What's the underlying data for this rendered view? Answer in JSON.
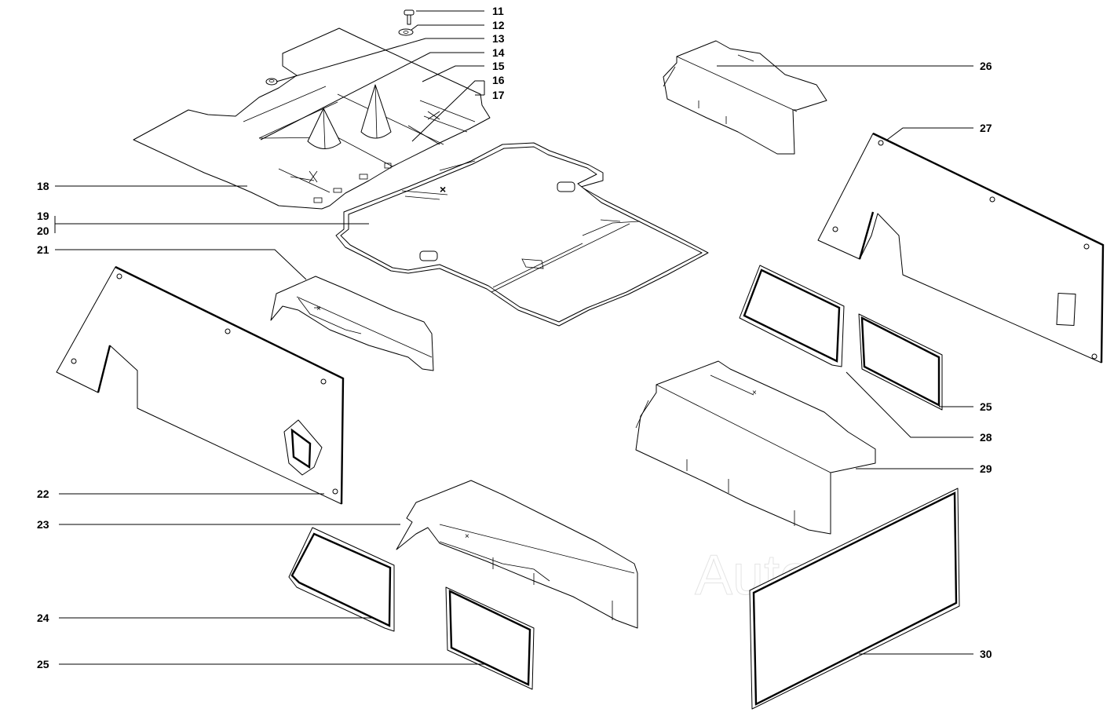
{
  "diagram": {
    "watermark": "AutoSoft",
    "callouts": {
      "c11": "11",
      "c12": "12",
      "c13": "13",
      "c14": "14",
      "c15": "15",
      "c16": "16",
      "c17": "17",
      "c18": "18",
      "c19": "19",
      "c20": "20",
      "c21": "21",
      "c22": "22",
      "c23": "23",
      "c24": "24",
      "c25a": "25",
      "c25b": "25",
      "c26": "26",
      "c27": "27",
      "c28": "28",
      "c29": "29",
      "c30": "30"
    }
  }
}
